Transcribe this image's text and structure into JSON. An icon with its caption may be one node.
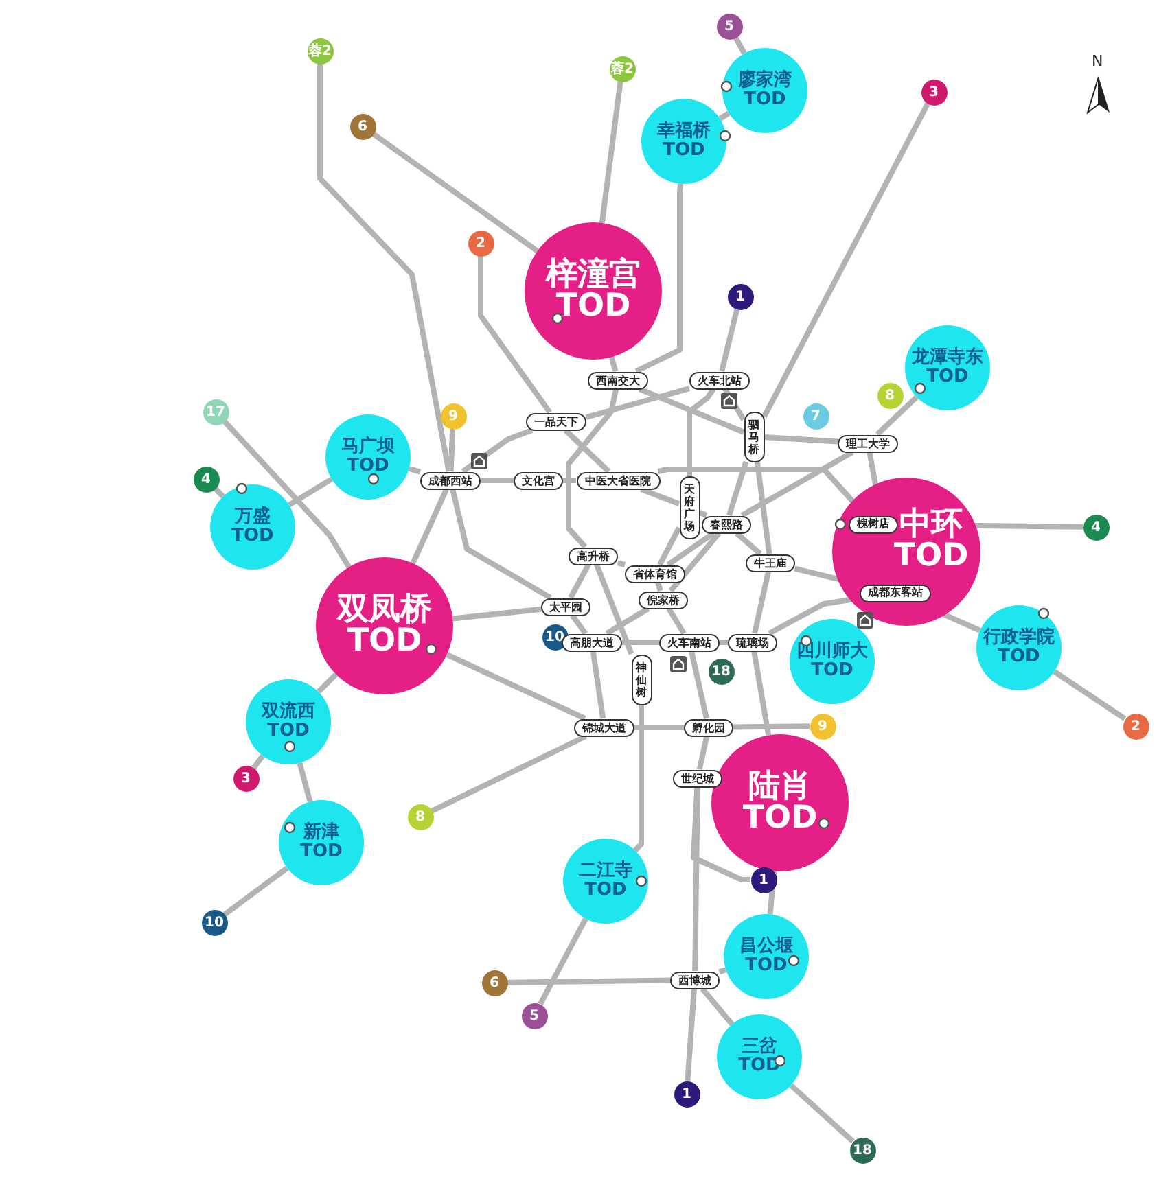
{
  "diagram": {
    "nodes": [
      {
        "text": [
          "梓潼宫 TOD"
        ]
      },
      {
        "text": [
          "双凤桥 TOD"
        ]
      },
      {
        "text": [
          "中环 TOD"
        ]
      },
      {
        "text": [
          "陆肖 TOD"
        ]
      },
      {
        "text": [
          "廖家湾 TOD"
        ]
      },
      {
        "text": [
          "幸福桥 TOD"
        ]
      },
      {
        "text": [
          "龙潭寺东 TOD"
        ]
      },
      {
        "text": [
          "马广坝 TOD"
        ]
      },
      {
        "text": [
          "万盛 TOD"
        ]
      },
      {
        "text": [
          "行政学院 TOD"
        ]
      },
      {
        "text": [
          "四川师大 TOD"
        ]
      },
      {
        "text": [
          "双流西 TOD"
        ]
      },
      {
        "text": [
          "新津 TOD"
        ]
      },
      {
        "text": [
          "二江寺 TOD"
        ]
      },
      {
        "text": [
          "昌公堰 TOD"
        ]
      },
      {
        "text": [
          "三岔 TOD"
        ]
      },
      {
        "text": [
          "蓉2"
        ]
      },
      {
        "text": [
          "6"
        ]
      },
      {
        "text": [
          "蓉2"
        ]
      },
      {
        "text": [
          "5"
        ]
      },
      {
        "text": [
          "3"
        ]
      },
      {
        "text": [
          "2"
        ]
      },
      {
        "text": [
          "1"
        ]
      },
      {
        "text": [
          "17"
        ]
      },
      {
        "text": [
          "9"
        ]
      },
      {
        "text": [
          "4"
        ]
      },
      {
        "text": [
          "7"
        ]
      },
      {
        "text": [
          "8"
        ]
      },
      {
        "text": [
          "4"
        ]
      },
      {
        "text": [
          "2"
        ]
      },
      {
        "text": [
          "10"
        ]
      },
      {
        "text": [
          "18"
        ]
      },
      {
        "text": [
          "9"
        ]
      },
      {
        "text": [
          "3"
        ]
      },
      {
        "text": [
          "8"
        ]
      },
      {
        "text": [
          "10"
        ]
      },
      {
        "text": [
          "1"
        ]
      },
      {
        "text": [
          "6"
        ]
      },
      {
        "text": [
          "5"
        ]
      },
      {
        "text": [
          "1"
        ]
      },
      {
        "text": [
          "18"
        ]
      },
      {
        "text": [
          "西南交大"
        ]
      },
      {
        "text": [
          "火车北站"
        ]
      },
      {
        "text": [
          "一品天下"
        ]
      },
      {
        "text": [
          "驷马桥"
        ]
      },
      {
        "text": [
          "理工大学"
        ]
      },
      {
        "text": [
          "成都西站"
        ]
      },
      {
        "text": [
          "文化宫"
        ]
      },
      {
        "text": [
          "中医大省医院"
        ]
      },
      {
        "text": [
          "天府广场"
        ]
      },
      {
        "text": [
          "春熙路"
        ]
      },
      {
        "text": [
          "槐树店"
        ],
        "in": 2
      },
      {
        "text": [
          "高升桥"
        ]
      },
      {
        "text": [
          "省体育馆"
        ]
      },
      {
        "text": [
          "牛王庙"
        ]
      },
      {
        "text": [
          "成都东客站"
        ],
        "in": 2
      },
      {
        "text": [
          "太平园"
        ]
      },
      {
        "text": [
          "倪家桥"
        ]
      },
      {
        "text": [
          "高朋大道"
        ]
      },
      {
        "text": [
          "神仙树"
        ]
      },
      {
        "text": [
          "火车南站"
        ]
      },
      {
        "text": [
          "琉璃场"
        ]
      },
      {
        "text": [
          "锦城大道"
        ]
      },
      {
        "text": [
          "孵化园"
        ]
      },
      {
        "text": [
          "世纪城"
        ]
      },
      {
        "text": [
          "西博城"
        ]
      }
    ],
    "edges": [
      {
        "from": 22,
        "to": 42,
        "arrow": "none"
      },
      {
        "from": 42,
        "to": 49,
        "arrow": "none"
      },
      {
        "from": 49,
        "to": 53,
        "arrow": "none"
      },
      {
        "from": 53,
        "to": 57,
        "arrow": "none"
      },
      {
        "from": 57,
        "to": 60,
        "arrow": "none"
      },
      {
        "from": 60,
        "to": 63,
        "arrow": "none"
      },
      {
        "from": 63,
        "to": 64,
        "arrow": "none"
      },
      {
        "from": 64,
        "to": 65,
        "arrow": "none"
      },
      {
        "from": 65,
        "to": 39,
        "arrow": "none"
      },
      {
        "from": 64,
        "to": 36,
        "arrow": "none"
      },
      {
        "from": 21,
        "to": 43,
        "arrow": "none"
      },
      {
        "from": 43,
        "to": 48,
        "arrow": "none"
      },
      {
        "from": 48,
        "to": 49,
        "arrow": "none"
      },
      {
        "from": 49,
        "to": 50,
        "arrow": "none"
      },
      {
        "from": 50,
        "to": 54,
        "arrow": "none"
      },
      {
        "from": 54,
        "to": 55,
        "arrow": "none"
      },
      {
        "from": 55,
        "to": 9,
        "arrow": "none"
      },
      {
        "from": 9,
        "to": 29,
        "arrow": "none"
      },
      {
        "from": 20,
        "to": 44,
        "arrow": "none"
      },
      {
        "from": 44,
        "to": 50,
        "arrow": "none"
      },
      {
        "from": 50,
        "to": 53,
        "arrow": "none"
      },
      {
        "from": 53,
        "to": 52,
        "arrow": "none"
      },
      {
        "from": 52,
        "to": 56,
        "arrow": "none"
      },
      {
        "from": 56,
        "to": 1,
        "arrow": "none"
      },
      {
        "from": 1,
        "to": 11,
        "arrow": "none"
      },
      {
        "from": 11,
        "to": 33,
        "arrow": "none"
      },
      {
        "from": 25,
        "to": 8,
        "arrow": "none"
      },
      {
        "from": 8,
        "to": 7,
        "arrow": "none"
      },
      {
        "from": 7,
        "to": 46,
        "arrow": "none"
      },
      {
        "from": 46,
        "to": 47,
        "arrow": "none"
      },
      {
        "from": 47,
        "to": 48,
        "arrow": "none"
      },
      {
        "from": 48,
        "to": 51,
        "arrow": "none"
      },
      {
        "from": 51,
        "to": 28,
        "arrow": "none"
      },
      {
        "from": 19,
        "to": 4,
        "arrow": "none"
      },
      {
        "from": 4,
        "to": 5,
        "arrow": "none"
      },
      {
        "from": 5,
        "to": 41,
        "arrow": "none"
      },
      {
        "from": 41,
        "to": 52,
        "arrow": "none"
      },
      {
        "from": 52,
        "to": 59,
        "arrow": "none"
      },
      {
        "from": 59,
        "to": 13,
        "arrow": "none"
      },
      {
        "from": 13,
        "to": 38,
        "arrow": "none"
      },
      {
        "from": 17,
        "to": 0,
        "arrow": "none"
      },
      {
        "from": 0,
        "to": 41,
        "arrow": "none"
      },
      {
        "from": 41,
        "to": 44,
        "arrow": "none"
      },
      {
        "from": 44,
        "to": 54,
        "arrow": "none"
      },
      {
        "from": 54,
        "to": 61,
        "arrow": "none"
      },
      {
        "from": 61,
        "to": 3,
        "arrow": "none"
      },
      {
        "from": 3,
        "to": 14,
        "arrow": "none"
      },
      {
        "from": 14,
        "to": 65,
        "arrow": "none"
      },
      {
        "from": 65,
        "to": 37,
        "arrow": "none"
      },
      {
        "from": 43,
        "to": 42,
        "arrow": "none"
      },
      {
        "from": 42,
        "to": 44,
        "arrow": "none"
      },
      {
        "from": 44,
        "to": 45,
        "arrow": "none"
      },
      {
        "from": 45,
        "to": 55,
        "arrow": "none"
      },
      {
        "from": 55,
        "to": 61,
        "arrow": "none"
      },
      {
        "from": 61,
        "to": 60,
        "arrow": "none"
      },
      {
        "from": 60,
        "to": 58,
        "arrow": "none"
      },
      {
        "from": 58,
        "to": 56,
        "arrow": "none"
      },
      {
        "from": 56,
        "to": 46,
        "arrow": "none"
      },
      {
        "from": 46,
        "to": 43,
        "arrow": "none"
      },
      {
        "from": 6,
        "to": 45,
        "arrow": "none"
      },
      {
        "from": 45,
        "to": 50,
        "arrow": "none"
      },
      {
        "from": 50,
        "to": 57,
        "arrow": "none"
      },
      {
        "from": 57,
        "to": 58,
        "arrow": "none"
      },
      {
        "from": 58,
        "to": 62,
        "arrow": "none"
      },
      {
        "from": 62,
        "to": 34,
        "arrow": "none"
      },
      {
        "from": 24,
        "to": 46,
        "arrow": "none"
      },
      {
        "from": 46,
        "to": 1,
        "arrow": "none"
      },
      {
        "from": 1,
        "to": 62,
        "arrow": "none"
      },
      {
        "from": 62,
        "to": 63,
        "arrow": "none"
      },
      {
        "from": 63,
        "to": 32,
        "arrow": "none"
      },
      {
        "from": 11,
        "to": 12,
        "arrow": "none"
      },
      {
        "from": 12,
        "to": 35,
        "arrow": "none"
      },
      {
        "from": 23,
        "to": 1,
        "arrow": "none"
      },
      {
        "from": 65,
        "to": 15,
        "arrow": "none"
      },
      {
        "from": 15,
        "to": 40,
        "arrow": "none"
      },
      {
        "from": 16,
        "to": 46,
        "arrow": "none"
      },
      {
        "from": 18,
        "to": 0,
        "arrow": "none"
      }
    ],
    "labels": [
      "N"
    ]
  }
}
